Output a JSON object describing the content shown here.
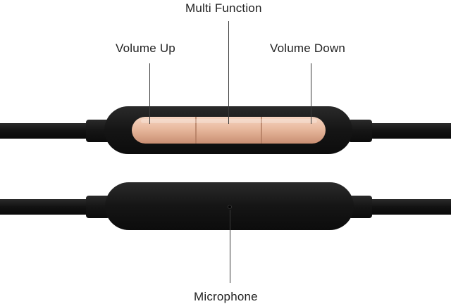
{
  "labels": {
    "multi_function": "Multi Function",
    "volume_up": "Volume Up",
    "volume_down": "Volume Down",
    "microphone": "Microphone"
  },
  "colors": {
    "background": "#ffffff",
    "cable": "#121212",
    "remote_body": "#161616",
    "button_copper": "#e8b99e",
    "label_text": "#222222"
  }
}
